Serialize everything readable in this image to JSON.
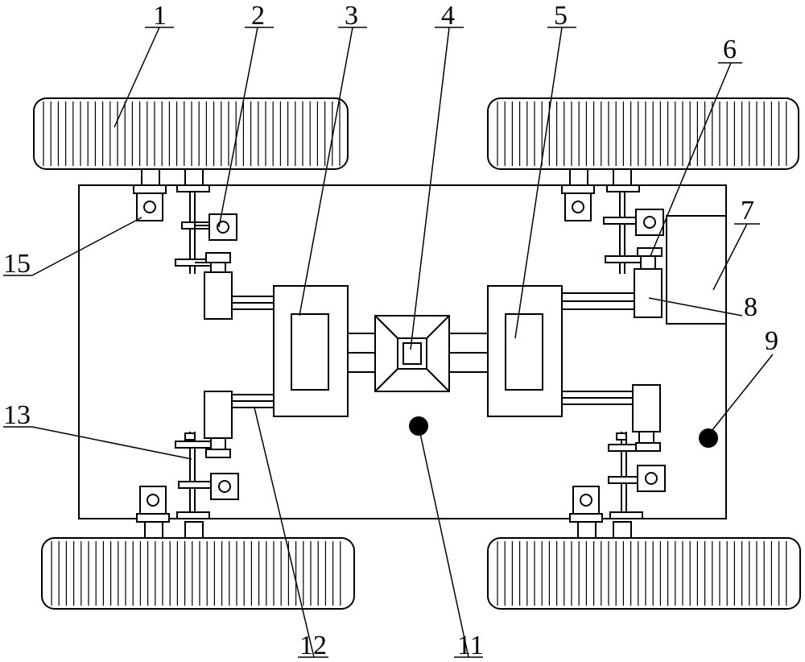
{
  "labels": {
    "l1": "1",
    "l2": "2",
    "l3": "3",
    "l4": "4",
    "l5": "5",
    "l6": "6",
    "l7": "7",
    "l8": "8",
    "l9": "9",
    "l11": "11",
    "l12": "12",
    "l13": "13",
    "l15": "15"
  },
  "colors": {
    "line": "#000000",
    "background": "#ffffff"
  }
}
